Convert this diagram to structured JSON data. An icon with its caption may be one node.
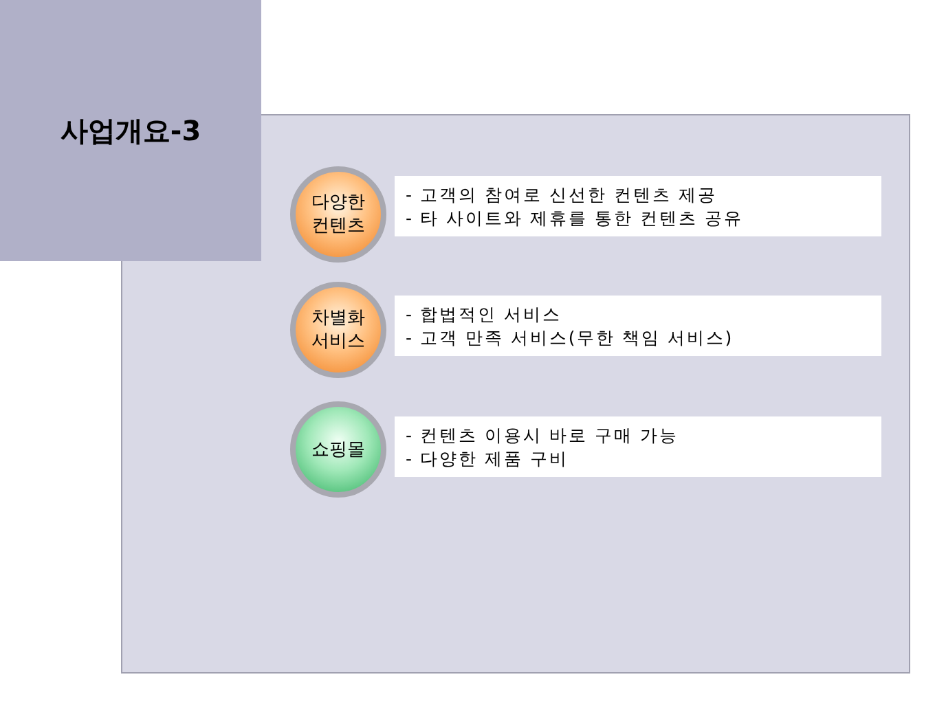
{
  "diagram": {
    "nodes": [
      {
        "text": [
          "사업개요-3"
        ]
      },
      {
        "text": [],
        "shape": "box"
      },
      {
        "text": [
          "다양한 컨텐츠"
        ],
        "in": 1
      },
      {
        "text": [
          "- 고객의 참여로 신선한 컨텐츠 제공",
          "- 타 사이트와 제휴를 통한 컨텐츠 공유"
        ],
        "in": 1
      },
      {
        "text": [
          "차별화 서비스"
        ],
        "in": 1
      },
      {
        "text": [
          "- 합법적인 서비스",
          "- 고객 만족 서비스(무한 책임 서비스)"
        ],
        "in": 1
      },
      {
        "text": [
          "쇼핑몰"
        ],
        "in": 1
      },
      {
        "text": [
          "- 컨텐츠 이용시 바로 구매 가능",
          "- 다양한 제품 구비"
        ],
        "in": 1
      }
    ],
    "edges": []
  }
}
